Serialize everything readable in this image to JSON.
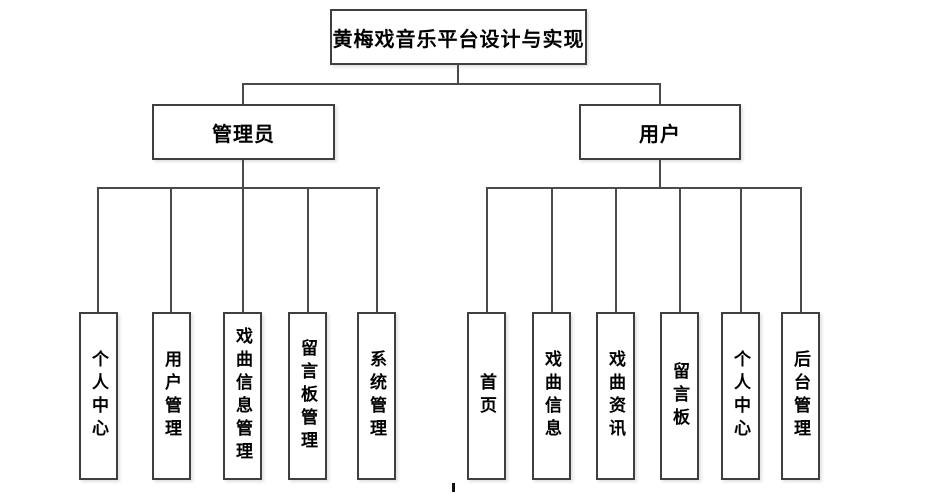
{
  "tree": {
    "root": {
      "label": "黄梅戏音乐平台设计与实现"
    },
    "branches": [
      {
        "label": "管理员",
        "children": [
          "个人中心",
          "用户管理",
          "戏曲信息管理",
          "留言板管理",
          "系统管理"
        ]
      },
      {
        "label": "用户",
        "children": [
          "首页",
          "戏曲信息",
          "戏曲资讯",
          "留言板",
          "个人中心",
          "后台管理"
        ]
      }
    ]
  },
  "colors": {
    "background": "#ffffff",
    "line": "#4a4a4a",
    "box_border": "#3f3f3f",
    "text": "#000000"
  }
}
